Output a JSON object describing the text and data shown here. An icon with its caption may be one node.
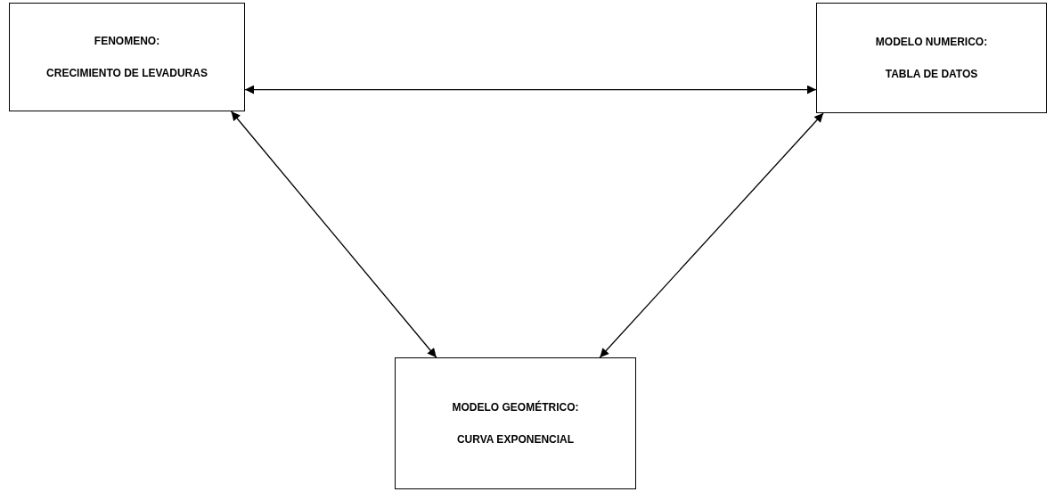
{
  "diagram": {
    "nodes": [
      {
        "text": [
          "FENOMENO:",
          "CRECIMIENTO DE LEVADURAS"
        ]
      },
      {
        "text": [
          "MODELO NUMERICO:",
          "TABLA DE DATOS"
        ]
      },
      {
        "text": [
          "MODELO GEOMÉTRICO:",
          "CURVA EXPONENCIAL"
        ]
      }
    ],
    "edges": [
      {
        "from": 0,
        "to": 1,
        "arrow": "both"
      },
      {
        "from": 0,
        "to": 2,
        "arrow": "both"
      },
      {
        "from": 1,
        "to": 2,
        "arrow": "both"
      }
    ]
  }
}
